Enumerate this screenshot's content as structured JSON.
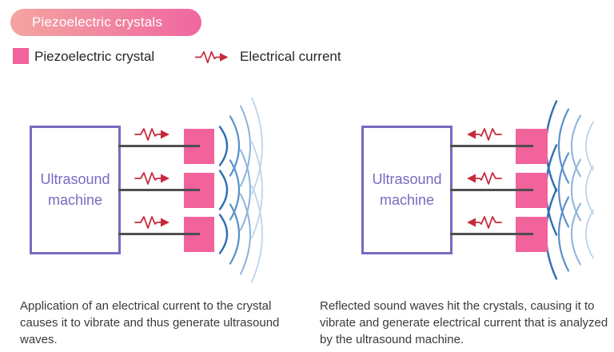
{
  "title_badge": {
    "label": "Piezoelectric crystals",
    "gradient_start": "#f4a5a0",
    "gradient_end": "#ef67a0",
    "text_color": "#ffffff"
  },
  "legend": {
    "crystal": {
      "label": "Piezoelectric crystal",
      "swatch_color": "#f2639b"
    },
    "current": {
      "label": "Electrical current",
      "icon": "zigzag-arrow-right",
      "color": "#c52b3d"
    }
  },
  "diagrams": [
    {
      "id": "emit",
      "machine_label": "Ultrasound machine",
      "crystal_count": 3,
      "current_direction": "right",
      "wave_direction": "outgoing-right",
      "caption": "Application of an electrical current to the crystal causes it to vibrate and thus generate ultrasound waves."
    },
    {
      "id": "receive",
      "machine_label": "Ultrasound machine",
      "crystal_count": 3,
      "current_direction": "left",
      "wave_direction": "incoming-from-right",
      "caption": "Reflected sound waves hit the crystals, causing it to vibrate and generate electrical current that is analyzed by the ultrasound machine."
    }
  ],
  "colors": {
    "crystal_pink": "#f2639b",
    "machine_purple": "#7b68c0",
    "current_red": "#c52b3d",
    "wire_gray": "#4f4f4f",
    "wave_blues": [
      "#2e6eb4",
      "#5a91c9",
      "#8cb3dc",
      "#bdd4ec"
    ],
    "caption_text": "#3a3a3a"
  }
}
